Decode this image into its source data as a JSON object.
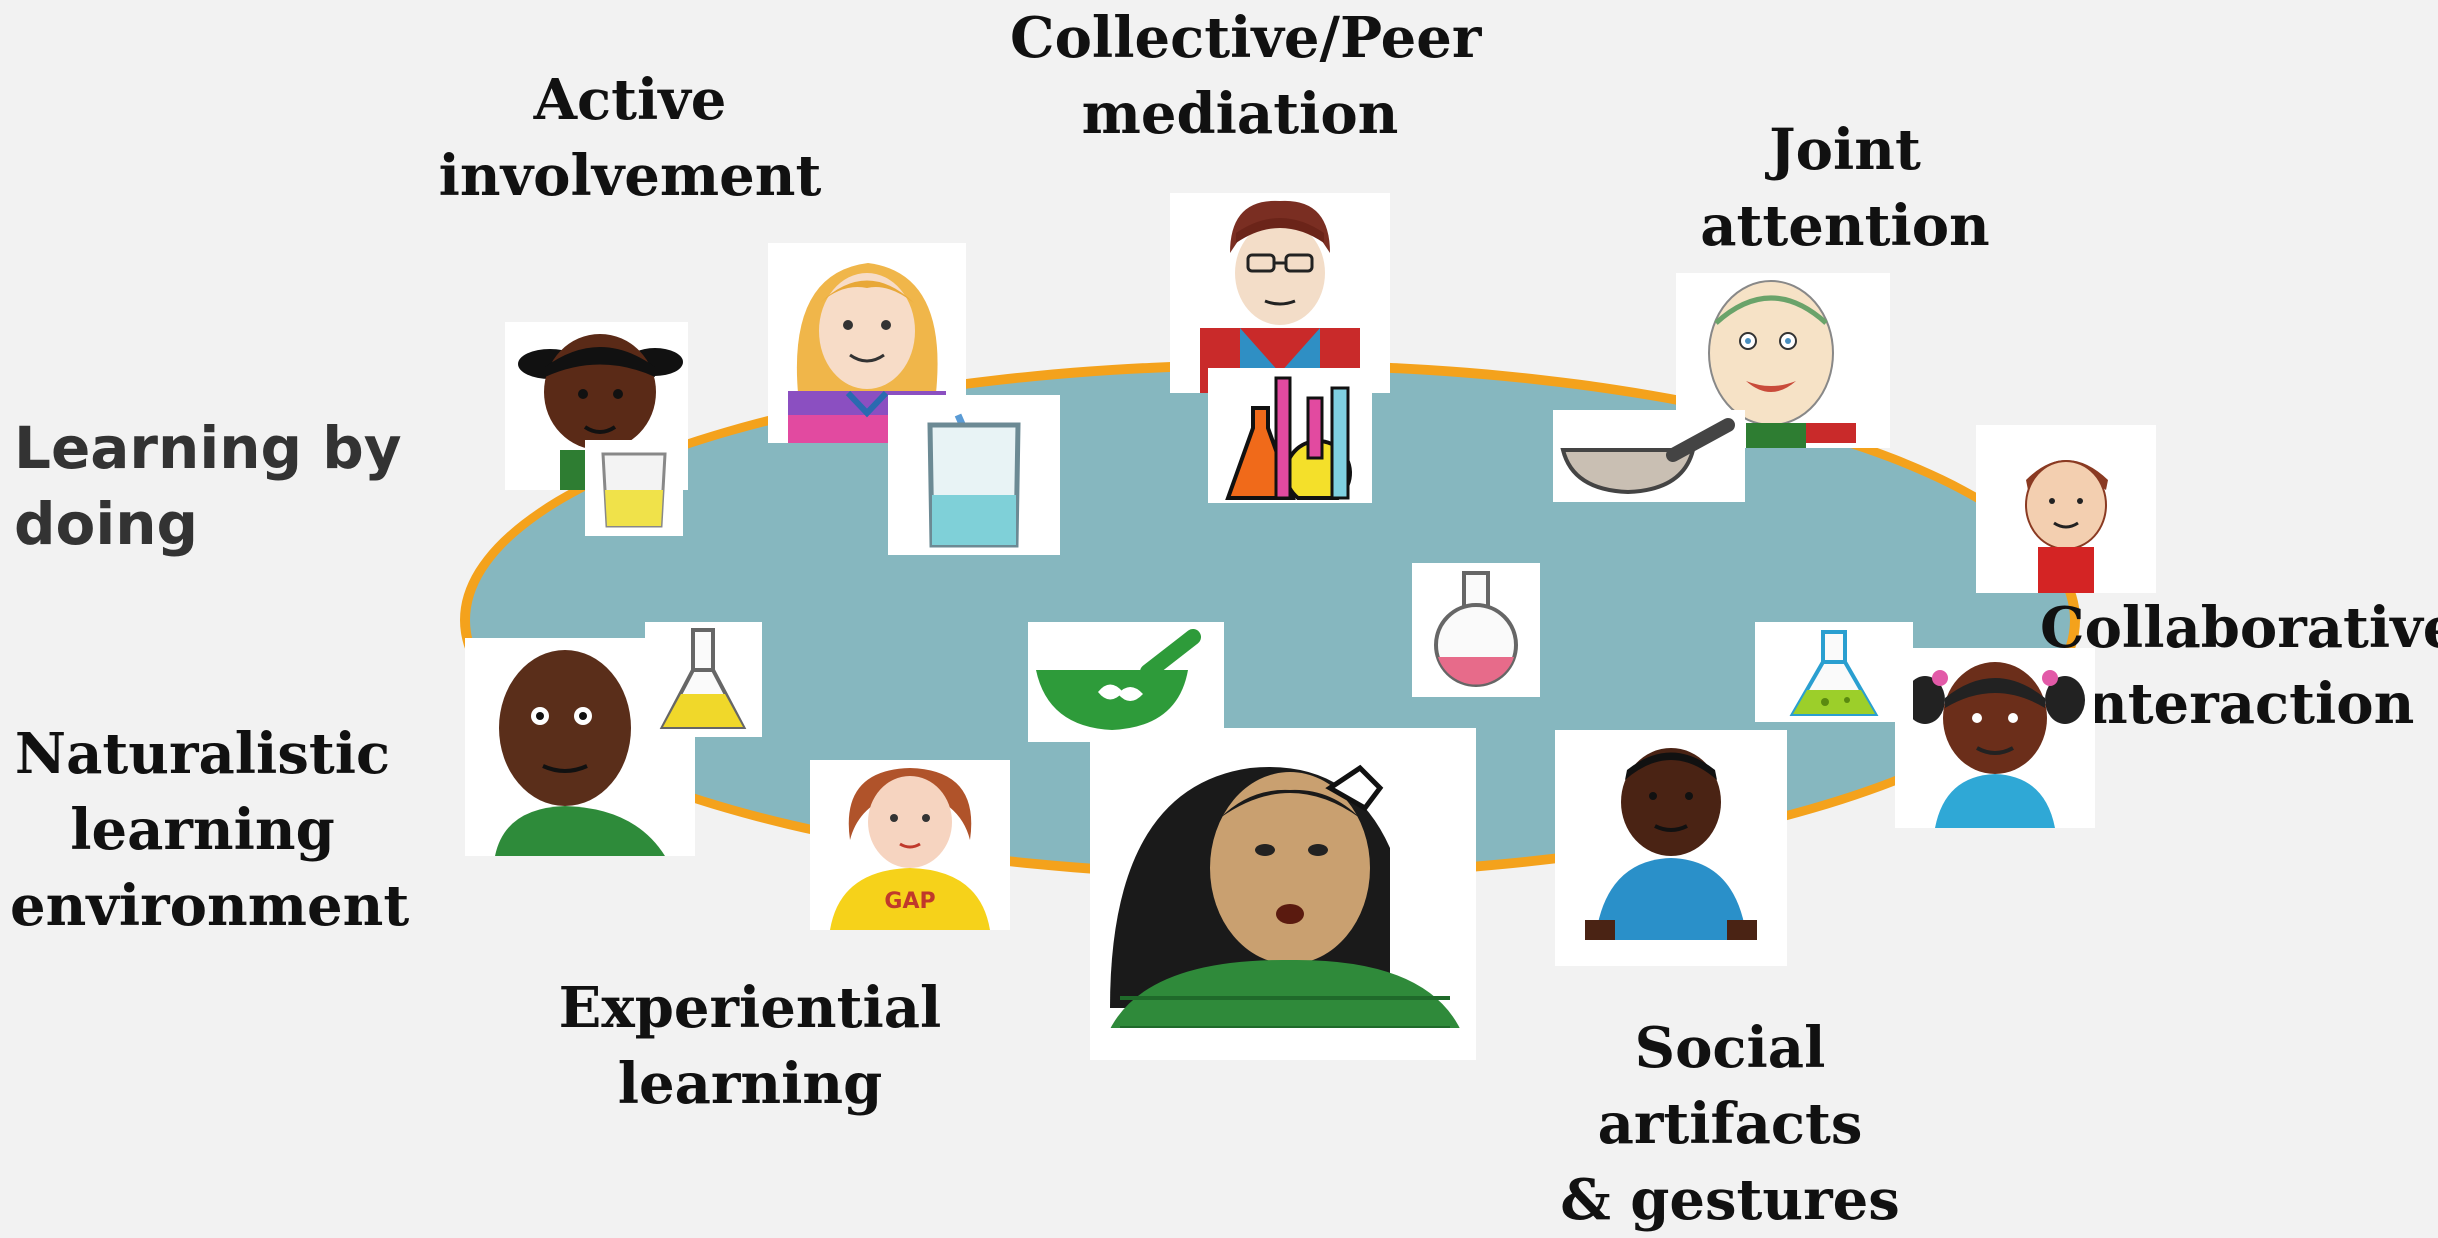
{
  "labels": {
    "active_involvement": "Active\ninvolvement",
    "collective_peer_mediation": "Collective/Peer\nmediation",
    "joint_attention": "Joint attention",
    "learning_by_doing": "Learning by\ndoing",
    "collaborative_interaction": "Collaborative\ninteraction",
    "naturalistic_learning_environment": "Naturalistic\nlearning\nenvironment",
    "experiential_learning": "Experiential\nlearning",
    "social_artifacts_gestures": "Social artifacts\n& gestures"
  },
  "shirt_text": "GAP",
  "colors": {
    "background": "#f2f2f2",
    "table_fill": "#86b7bf",
    "table_rim": "#f4a21c"
  },
  "icons": [
    "child-drawing-pigtails-icon",
    "child-drawing-blonde-icon",
    "teacher-drawing-glasses-icon",
    "child-drawing-smiling-icon",
    "child-drawing-red-shirt-icon",
    "child-drawing-green-shirt-icon",
    "child-drawing-gap-shirt-icon",
    "teacher-drawing-long-hair-icon",
    "child-drawing-blue-shirt-icon",
    "child-drawing-pink-pigtails-icon",
    "beaker-yellow-icon",
    "beaker-stirring-rod-icon",
    "lab-glassware-icon",
    "mortar-bowl-icon",
    "round-flask-pink-icon",
    "mortar-pestle-leaf-icon",
    "conical-flask-yellow-icon",
    "conical-flask-green-icon"
  ]
}
